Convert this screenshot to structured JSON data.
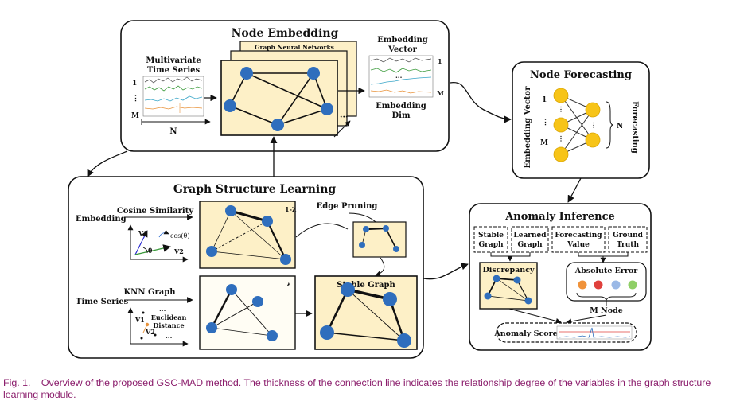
{
  "panels": {
    "node_embedding": {
      "title": "Node Embedding",
      "input_title_line1": "Multivariate",
      "input_title_line2": "Time Series",
      "row_first": "1",
      "row_dots": "⋮",
      "row_last": "M",
      "time_axis": "N",
      "gnn_label": "Graph Neural Networks",
      "output_title_line1": "Embedding",
      "output_title_line2": "Vector",
      "out_row_first": "1",
      "out_dots": "···",
      "out_row_last": "M",
      "dim_line1": "Embedding",
      "dim_line2": "Dim"
    },
    "node_forecasting": {
      "title": "Node Forecasting",
      "left_label": "Embedding Vector",
      "right_label": "Forecasting",
      "index_first": "1",
      "index_dots": "⋮",
      "index_last": "M",
      "n_label": "N"
    },
    "graph_structure_learning": {
      "title": "Graph Structure Learning",
      "embedding_label": "Embedding",
      "cosine_label": "Cosine Similarity",
      "v1": "V1",
      "v2": "V2",
      "theta": "θ",
      "cos_label": "cos(θ)",
      "weight_top": "1-λ",
      "edge_pruning": "Edge Pruning",
      "time_series_label": "Time Series",
      "knn_label": "KNN Graph",
      "knn_v1": "V1",
      "knn_v2": "V2",
      "knn_dots1": "···",
      "knn_dots2": "···",
      "euclid_line1": "Euclidean",
      "euclid_line2": "Distance",
      "weight_bottom": "λ",
      "stable_graph": "Stable Graph"
    },
    "anomaly_inference": {
      "title": "Anomaly Inference",
      "boxes": [
        {
          "line1": "Stable",
          "line2": "Graph"
        },
        {
          "line1": "Learned",
          "line2": "Graph"
        },
        {
          "line1": "Forecasting",
          "line2": "Value"
        },
        {
          "line1": "Ground",
          "line2": "Truth"
        }
      ],
      "discrepancy": "Discrepancy",
      "absolute_error": "Absolute Error",
      "m_node": "M Node",
      "anomaly_score": "Anomaly Score"
    }
  },
  "caption": {
    "fig_label": "Fig. 1.",
    "text": "Overview of the proposed GSC-MAD method. The thickness of the connection line indicates the relationship degree of the variables in the graph structure learning module."
  },
  "colors": {
    "graph_fill": "#fdf0c7",
    "node_blue": "#2f6ebd",
    "node_yellow": "#f7c418",
    "caption": "#8a1c6b",
    "dot_orange": "#f0923a",
    "dot_red": "#e0403c",
    "dot_lightblue": "#9bb9e6",
    "dot_green": "#8fcf67"
  }
}
